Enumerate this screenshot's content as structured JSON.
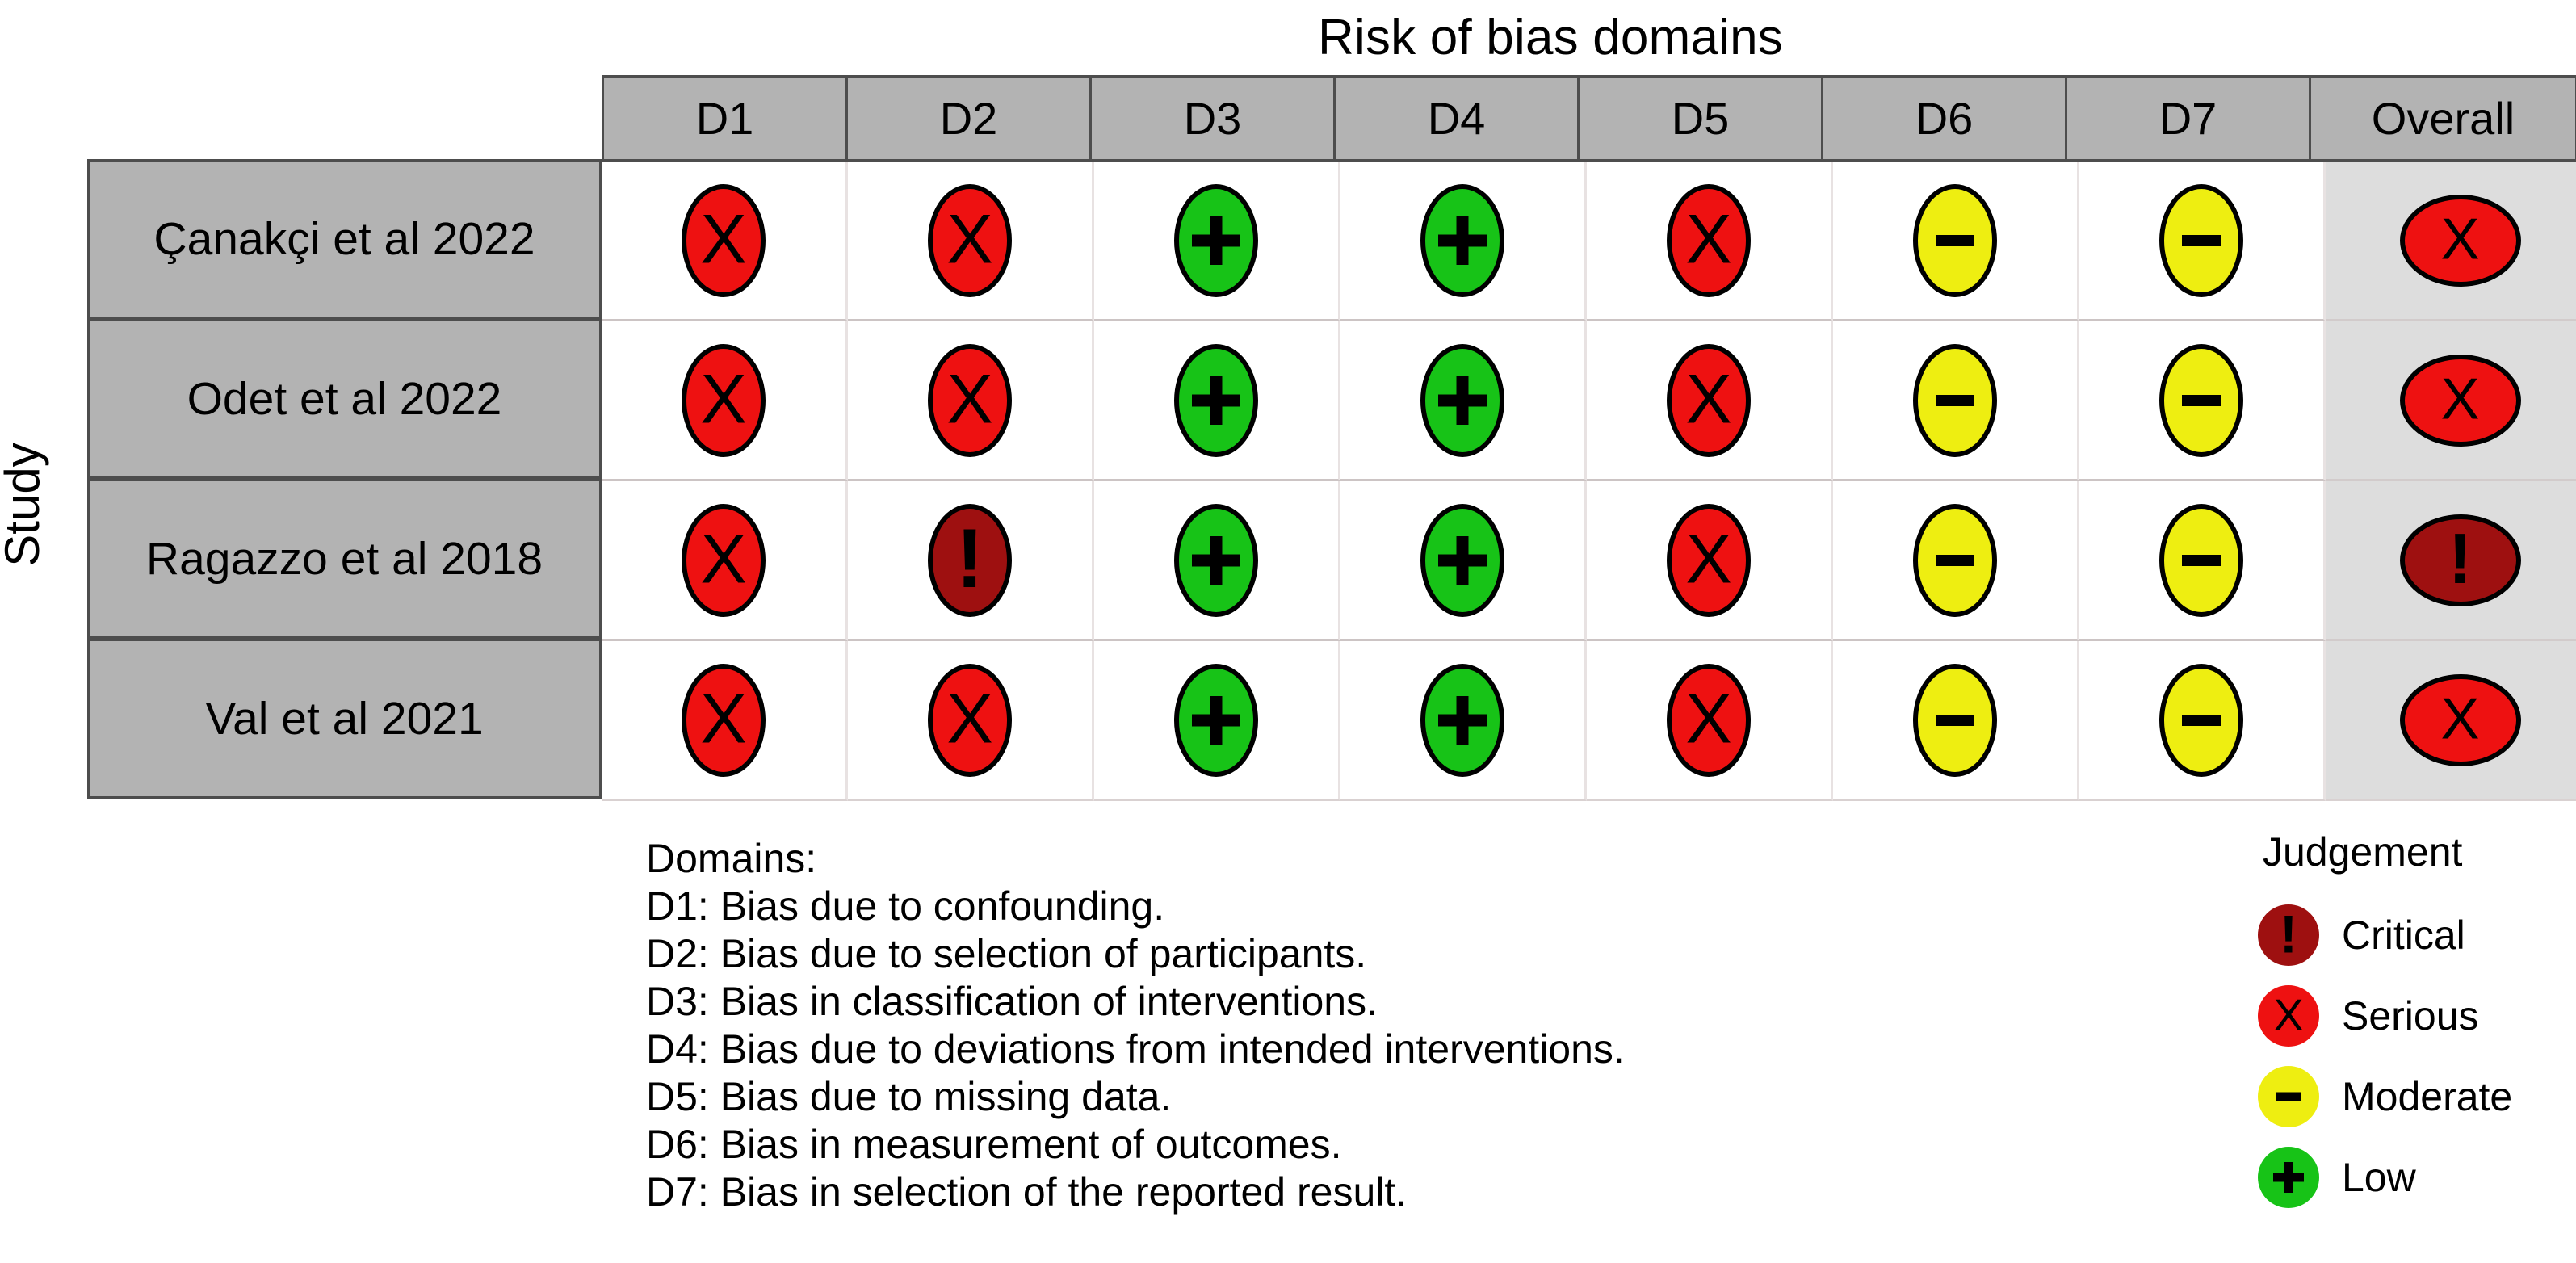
{
  "title": "Risk of bias domains",
  "y_axis_label": "Study",
  "colors": {
    "critical": "#9e1010",
    "serious": "#ee1111",
    "moderate": "#eeee11",
    "low": "#17c317",
    "header_fill": "#b3b3b3",
    "overall_column_fill": "#dddddd",
    "cell_fill": "#ffffff",
    "border": "#4d4d4d"
  },
  "chart_data": {
    "type": "table",
    "title": "Risk of bias domains",
    "xlabel": "",
    "ylabel": "Study",
    "legend_position": "bottom-right",
    "grid": true,
    "column_headers": [
      "D1",
      "D2",
      "D3",
      "D4",
      "D5",
      "D6",
      "D7",
      "Overall"
    ],
    "row_labels": [
      "Çanakçi et al 2022",
      "Odet et al 2022",
      "Ragazzo et al 2018",
      "Val et al 2021"
    ],
    "judgement_levels": [
      "Critical",
      "Serious",
      "Moderate",
      "Low"
    ],
    "judgement_symbols": {
      "Critical": "!",
      "Serious": "X",
      "Moderate": "-",
      "Low": "+"
    },
    "rows": [
      {
        "study": "Çanakçi et al 2022",
        "cells": [
          "Serious",
          "Serious",
          "Low",
          "Low",
          "Serious",
          "Moderate",
          "Moderate",
          "Serious"
        ]
      },
      {
        "study": "Odet et al 2022",
        "cells": [
          "Serious",
          "Serious",
          "Low",
          "Low",
          "Serious",
          "Moderate",
          "Moderate",
          "Serious"
        ]
      },
      {
        "study": "Ragazzo et al 2018",
        "cells": [
          "Serious",
          "Critical",
          "Low",
          "Low",
          "Serious",
          "Moderate",
          "Moderate",
          "Critical"
        ]
      },
      {
        "study": "Val et al 2021",
        "cells": [
          "Serious",
          "Serious",
          "Low",
          "Low",
          "Serious",
          "Moderate",
          "Moderate",
          "Serious"
        ]
      }
    ]
  },
  "header": {
    "cells": [
      {
        "label": "D1"
      },
      {
        "label": "D2"
      },
      {
        "label": "D3"
      },
      {
        "label": "D4"
      },
      {
        "label": "D5"
      },
      {
        "label": "D6"
      },
      {
        "label": "D7"
      },
      {
        "label": "Overall"
      }
    ]
  },
  "domains_legend": {
    "heading": "Domains:",
    "items": [
      "D1: Bias due to confounding.",
      "D2: Bias due to selection of participants.",
      "D3: Bias in classification of interventions.",
      "D4: Bias due to deviations from intended interventions.",
      "D5: Bias due to missing data.",
      "D6: Bias in measurement of outcomes.",
      "D7: Bias in selection of the reported result."
    ]
  },
  "judgement_legend": {
    "title": "Judgement",
    "items": [
      {
        "key": "critical",
        "label": "Critical",
        "symbol": "!"
      },
      {
        "key": "serious",
        "label": "Serious",
        "symbol": "X"
      },
      {
        "key": "moderate",
        "label": "Moderate",
        "symbol": "-"
      },
      {
        "key": "low",
        "label": "Low",
        "symbol": "+"
      }
    ]
  }
}
